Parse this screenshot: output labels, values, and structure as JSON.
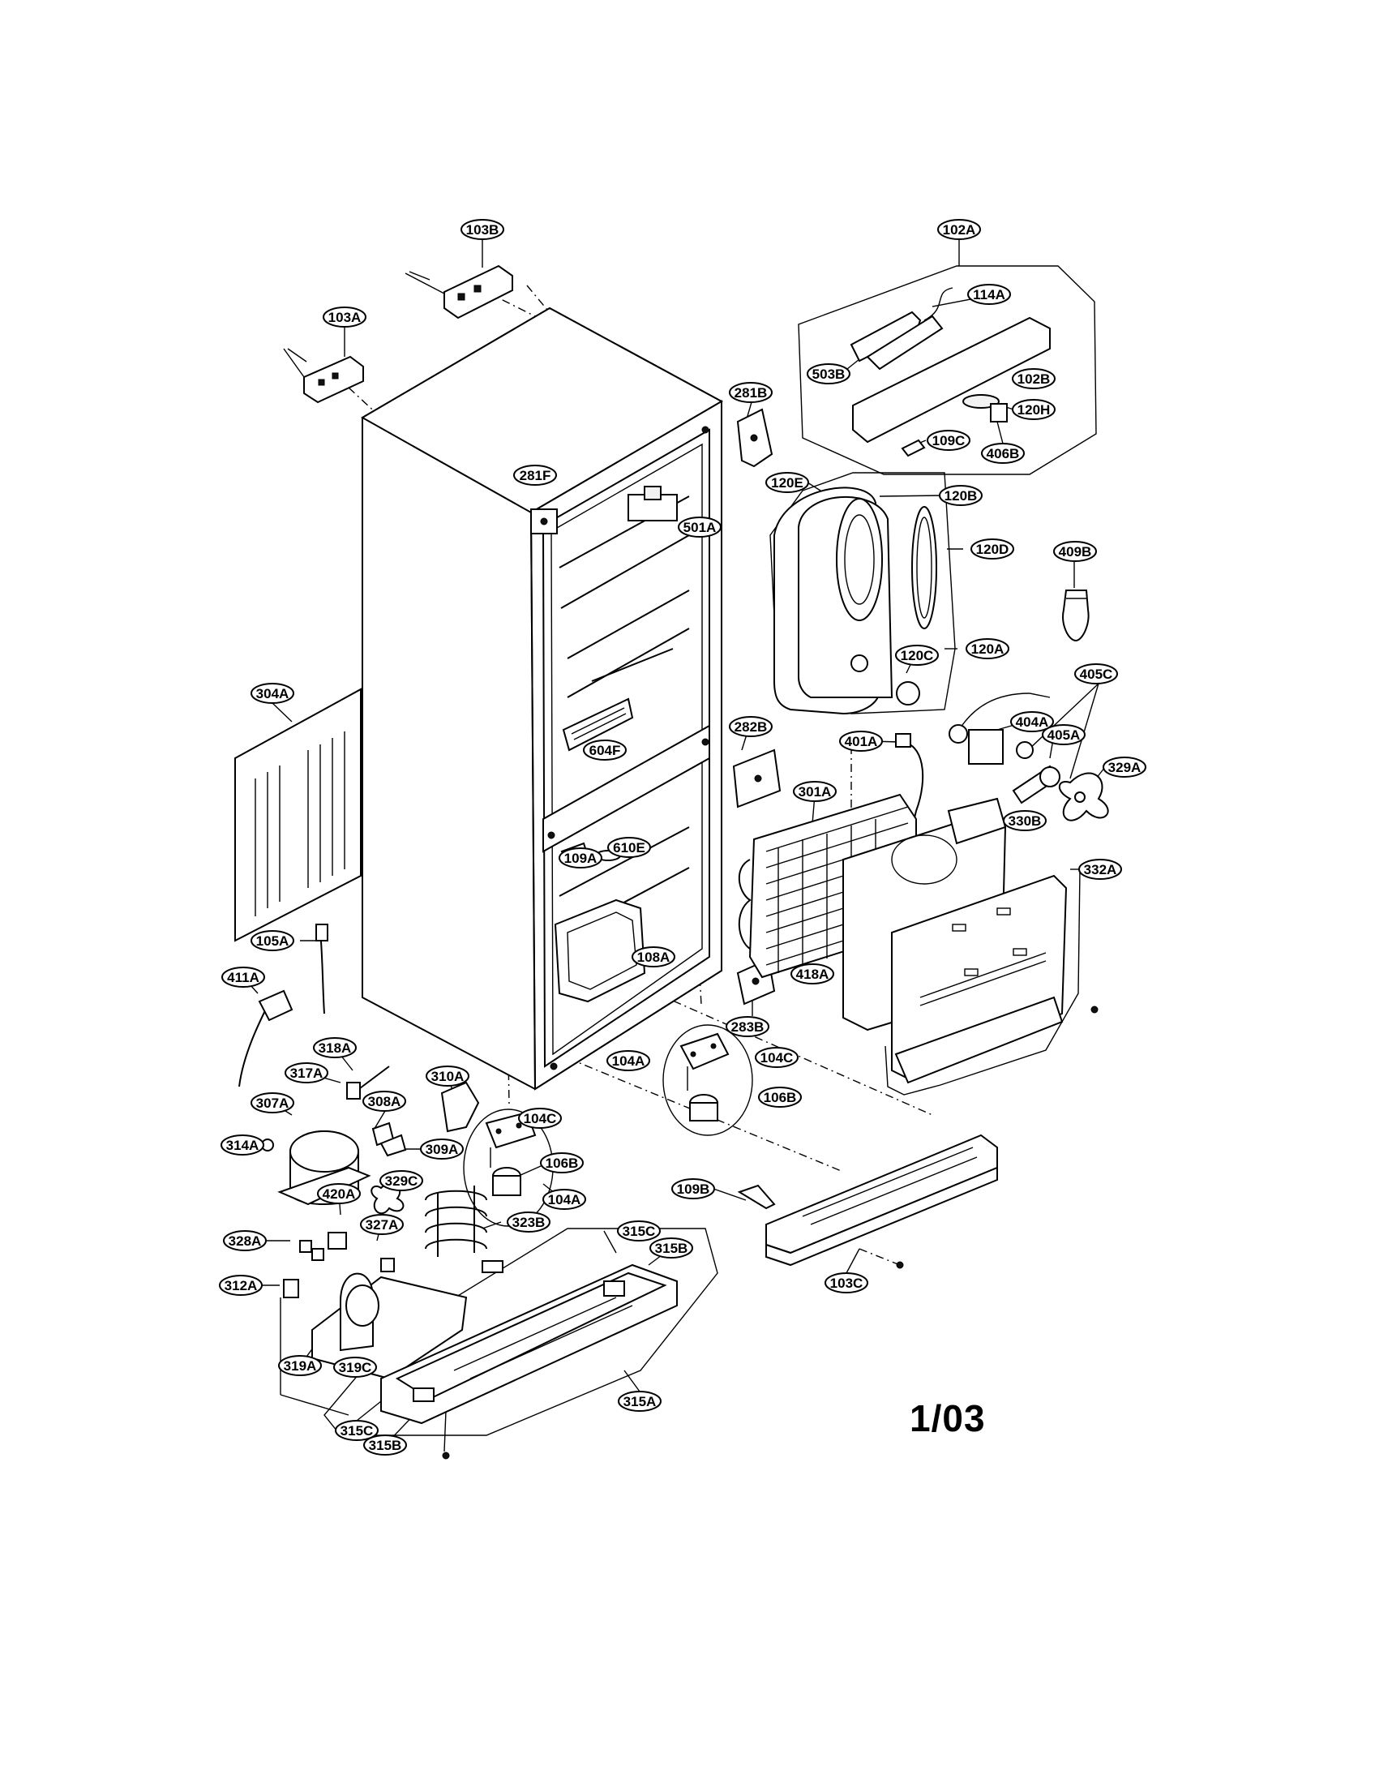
{
  "page_id": "1/03",
  "labels": [
    "103B",
    "102A",
    "114A",
    "103A",
    "503B",
    "102B",
    "281B",
    "120H",
    "406B",
    "109C",
    "281F",
    "120E",
    "120B",
    "501A",
    "120D",
    "409B",
    "304A",
    "120C",
    "120A",
    "405C",
    "604F",
    "282B",
    "404A",
    "401A",
    "405A",
    "329A",
    "301A",
    "330B",
    "332A",
    "610E",
    "109A",
    "105A",
    "108A",
    "418A",
    "411A",
    "283B",
    "104A",
    "104C",
    "318A",
    "106B",
    "317A",
    "310A",
    "307A",
    "308A",
    "104C",
    "314A",
    "309A",
    "106B",
    "329C",
    "104A",
    "420A",
    "109B",
    "328A",
    "327A",
    "323B",
    "315C",
    "315B",
    "103C",
    "312A",
    "319A",
    "319C",
    "315A",
    "315C",
    "315B"
  ]
}
